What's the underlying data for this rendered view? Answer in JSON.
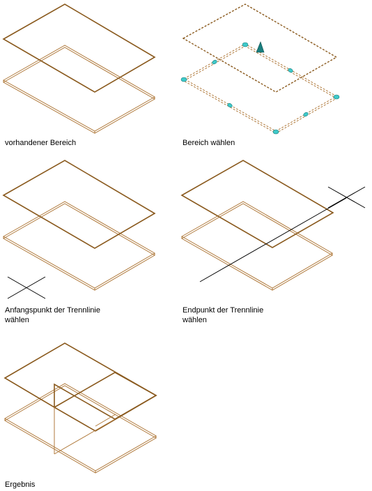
{
  "colors": {
    "outline": "#8a5a1e",
    "slab_edge": "#b07a3c",
    "grip": "#3fc9c9",
    "cut_line": "#000000",
    "text": "#000000"
  },
  "steps": [
    {
      "caption": "vorhandener Bereich"
    },
    {
      "caption": "Bereich wählen"
    },
    {
      "caption_line1": "Anfangspunkt der Trennlinie",
      "caption_line2": "wählen"
    },
    {
      "caption_line1": "Endpunkt der Trennlinie",
      "caption_line2": "wählen"
    },
    {
      "caption": "Ergebnis"
    }
  ]
}
